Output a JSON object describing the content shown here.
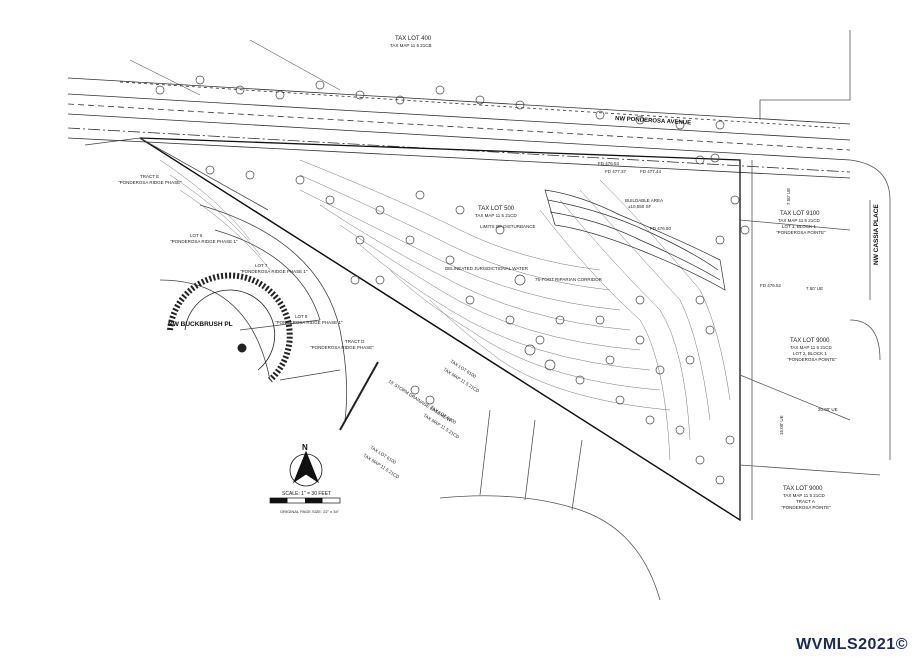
{
  "labels": {
    "tax_lot_400": "TAX LOT 400",
    "tax_map_21cb": "TAX MAP 11 5 21CB",
    "street_ponderosa": "NW PONDEROSA AVENUE",
    "tax_lot_500": "TAX LOT 500",
    "tax_map_21cd_a": "TAX MAP 11 5 21CD",
    "limits_disturbance": "LIMITS OF DISTURBANCE",
    "building_area": "BUILDABLE AREA",
    "building_sf": "±10,550 SF",
    "delineated_wetland": "DELINEATED JURISDICTIONAL WATER",
    "riparian_corridor": "75-FOOT RIPARIAN CORRIDOR",
    "tract_e": "TRACT E",
    "ponderosa_phase": "\"PONDEROSA RIDGE PHASE\"",
    "lot_6": "LOT 6",
    "lot_6_sub": "\"PONDEROSA RIDGE PHASE 1\"",
    "lot_7": "LOT 7",
    "lot_7_sub": "\"PONDEROSA RIDGE PHASE 1\"",
    "lot_8": "LOT 8",
    "lot_8_sub": "\"PONDEROSA RIDGE PHASE 1\"",
    "tract_d": "TRACT D",
    "buckbrush": "NW BUCKBRUSH PL",
    "tax_lot_6100": "TAX LOT 6100",
    "tax_map_21cd_b": "TAX MAP 11 5 21CD",
    "tax_lot_6000": "TAX LOT 6000",
    "tax_map_21cd_c": "TAX MAP 11 5 21CD",
    "tax_lot_6100b": "TAX LOT 6100",
    "tax_map_21cd_d": "TAX MAP 11 5 21CD",
    "tax_lot_9100": "TAX LOT 9100",
    "tl9100_map": "TAX MAP 11 5 21CD",
    "tl9100_lot": "LOT 1, BLOCK 1",
    "tl9100_sub": "\"PONDEROSA POINTE\"",
    "tax_lot_9000a": "TAX LOT 9000",
    "tl9000a_map": "TAX MAP 11 5 21CD",
    "tl9000a_lot": "LOT 2, BLOCK 1",
    "tl9000a_sub": "\"PONDEROSA POINTE\"",
    "tax_lot_9000b": "TAX LOT 9000",
    "tl9000b_map": "TAX MAP 11 5 21CD",
    "tl9000b_lot": "TRACT A",
    "tl9000b_sub": "\"PONDEROSA POINTE\"",
    "cassia": "NW CASSIA PLACE",
    "ue_750a": "7.50' UE",
    "ue_750b": "7.50' UE",
    "ue_1500": "15.00' UE",
    "ue_2000": "20.00' UE",
    "fd_47653": "FD 476.53",
    "fd_47737": "FD 477.37",
    "fd_47744": "FD 477.44",
    "fd_47650": "FD 476.50",
    "fd_47652": "FD 476.52",
    "drainage": "15' STORM DRAINAGE EASEMENT",
    "scale": "SCALE: 1\" = 30 FEET",
    "original": "ORIGINAL PAGE SIZE: 22\" x 34\"",
    "north": "N"
  },
  "watermark": "WVMLS2021©"
}
